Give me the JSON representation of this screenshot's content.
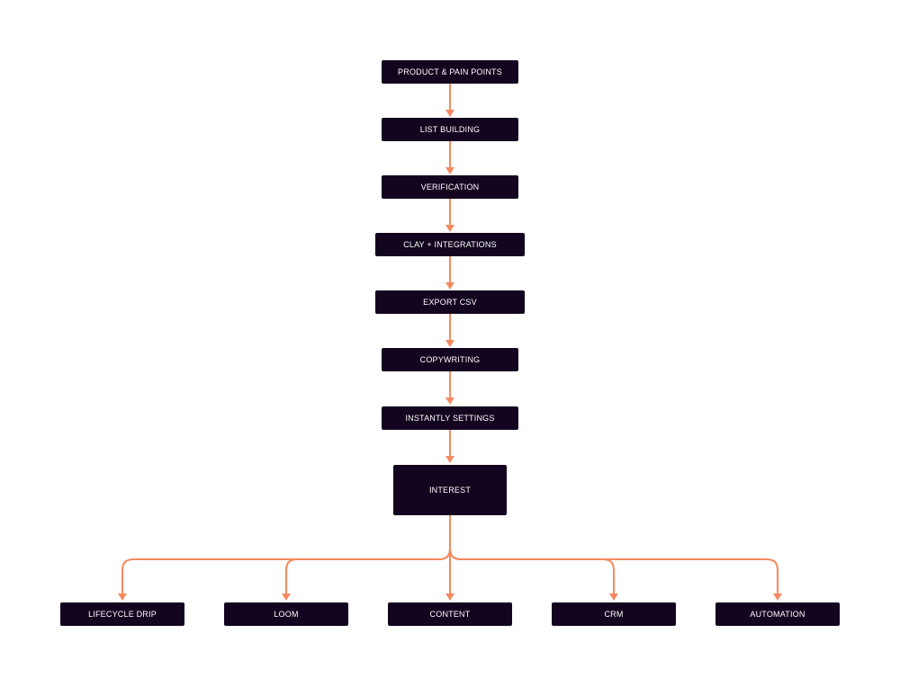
{
  "colors": {
    "node_fill": "#13051f",
    "node_text": "#ffffff",
    "connector": "#f48a5f",
    "background": "#ffffff"
  },
  "flow": {
    "steps": [
      {
        "label": "PRODUCT & PAIN POINTS"
      },
      {
        "label": "LIST BUILDING"
      },
      {
        "label": "VERIFICATION"
      },
      {
        "label": "CLAY + INTEGRATIONS"
      },
      {
        "label": "EXPORT CSV"
      },
      {
        "label": "COPYWRITING"
      },
      {
        "label": "INSTANTLY SETTINGS"
      },
      {
        "label": "INTEREST"
      }
    ],
    "branches": [
      {
        "label": "LIFECYCLE DRIP"
      },
      {
        "label": "LOOM"
      },
      {
        "label": "CONTENT"
      },
      {
        "label": "CRM"
      },
      {
        "label": "AUTOMATION"
      }
    ]
  }
}
